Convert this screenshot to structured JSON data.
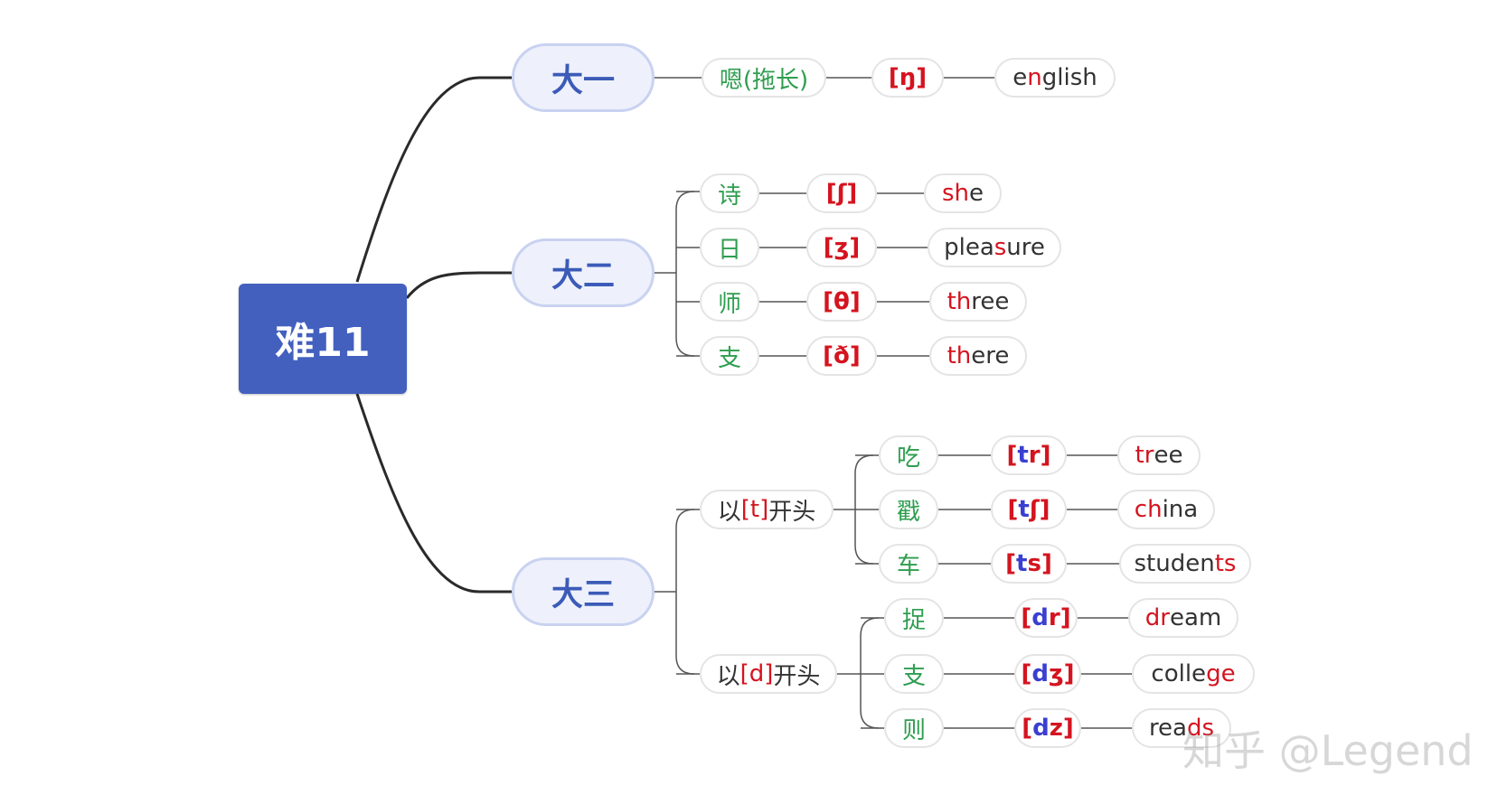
{
  "root": {
    "label": "难11"
  },
  "branches": [
    {
      "label": "大一",
      "rows": [
        {
          "cn": "嗯(拖长)",
          "ipa": [
            "[ŋ]"
          ],
          "word": [
            "e",
            "n",
            "glish"
          ]
        }
      ]
    },
    {
      "label": "大二",
      "rows": [
        {
          "cn": "诗",
          "ipa": [
            "[ʃ]"
          ],
          "word": [
            "sh",
            "e"
          ]
        },
        {
          "cn": "日",
          "ipa": [
            "[ʒ]"
          ],
          "word": [
            "plea",
            "s",
            "ure"
          ]
        },
        {
          "cn": "师",
          "ipa": [
            "[θ]"
          ],
          "word": [
            "th",
            "ree"
          ]
        },
        {
          "cn": "支",
          "ipa": [
            "[ð]"
          ],
          "word": [
            "th",
            "ere"
          ]
        }
      ]
    },
    {
      "label": "大三",
      "groups": [
        {
          "label": [
            "以",
            "[t]",
            "开头"
          ],
          "rows": [
            {
              "cn": "吃",
              "ipa": [
                "[",
                "t",
                "r]"
              ],
              "word": [
                "t",
                "r",
                "ee"
              ]
            },
            {
              "cn": "戳",
              "ipa": [
                "[",
                "t",
                "ʃ]"
              ],
              "word": [
                "c",
                "h",
                "ina"
              ]
            },
            {
              "cn": "车",
              "ipa": [
                "[",
                "t",
                "s]"
              ],
              "word": [
                "studen",
                "t",
                "s"
              ]
            }
          ]
        },
        {
          "label": [
            "以",
            "[d]",
            "开头"
          ],
          "rows": [
            {
              "cn": "捉",
              "ipa": [
                "[",
                "d",
                "r]"
              ],
              "word": [
                "d",
                "r",
                "eam"
              ]
            },
            {
              "cn": "支",
              "ipa": [
                "[",
                "d",
                "ʒ]"
              ],
              "word": [
                "colle",
                "g",
                "e"
              ]
            },
            {
              "cn": "则",
              "ipa": [
                "[",
                "d",
                "z]"
              ],
              "word": [
                "rea",
                "d",
                "s"
              ]
            }
          ]
        }
      ]
    }
  ],
  "watermark": "知乎 @Legend",
  "colors": {
    "root_fill": "#4360bf",
    "level1_text": "#3c5bb8",
    "level1_fill": "#eef1fc",
    "chinese_text": "#2e9e4f",
    "phoneme_red": "#d4141f",
    "phoneme_blue": "#3a3fd1",
    "line": "#2a2a2a"
  }
}
